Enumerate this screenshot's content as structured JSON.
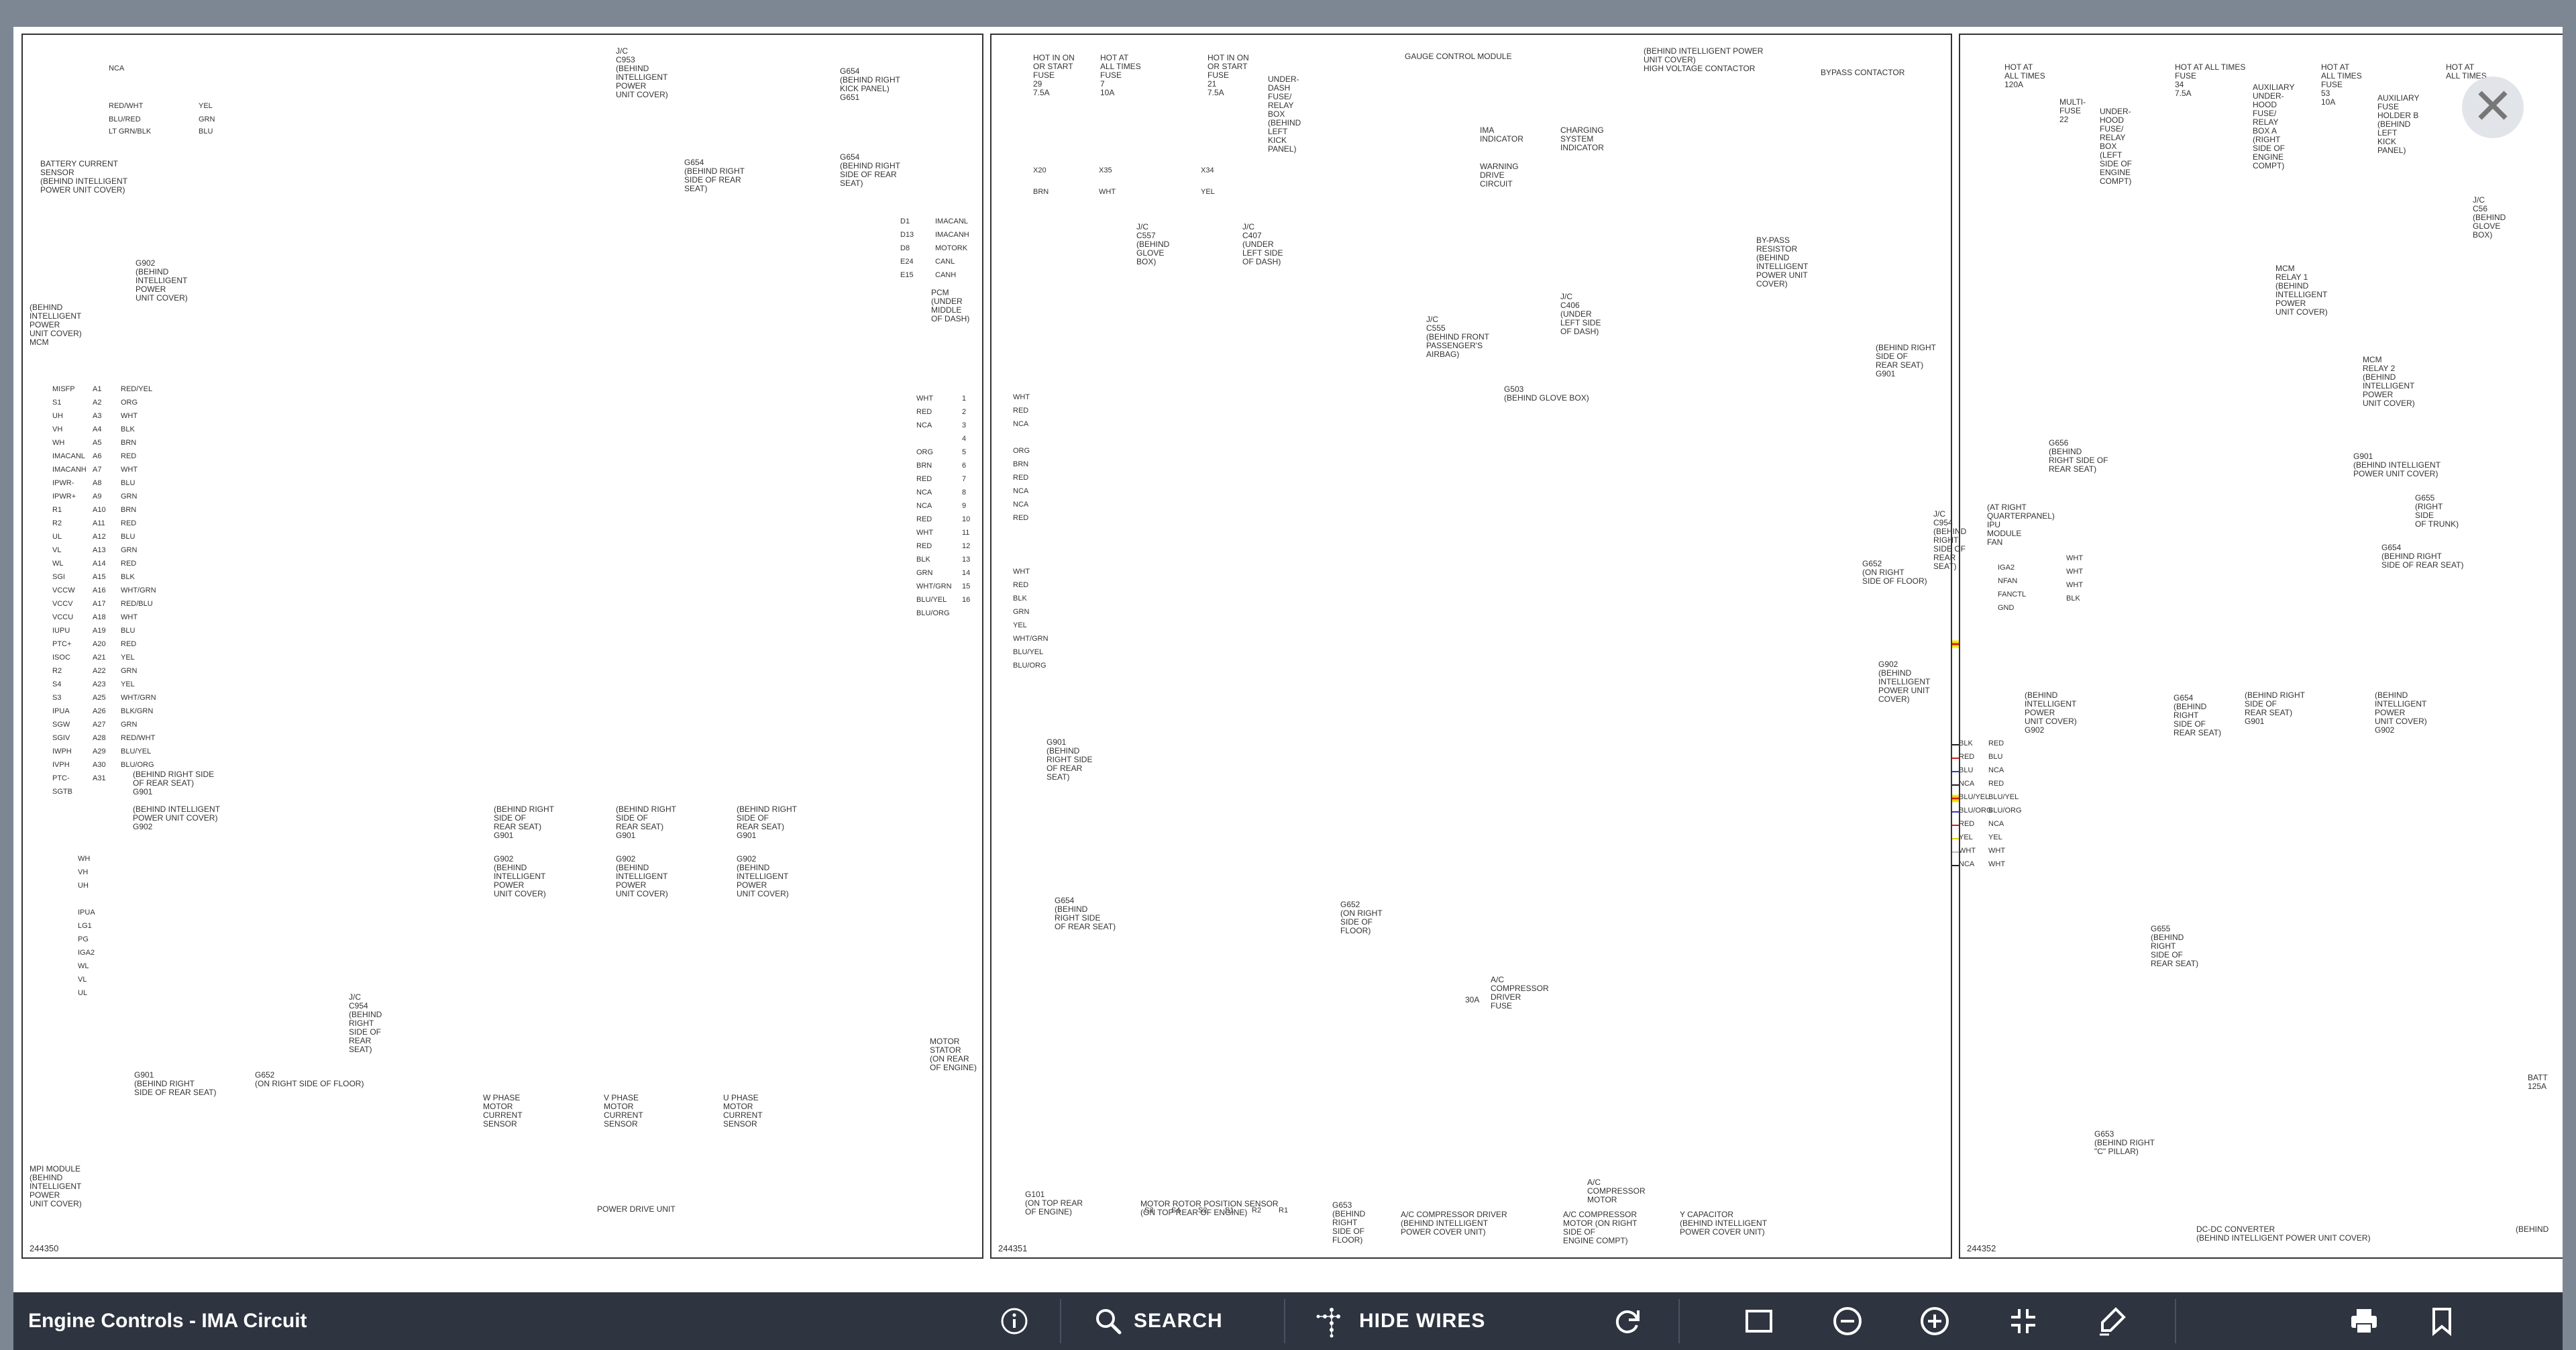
{
  "viewer": {
    "title": "Engine Controls - IMA Circuit",
    "search_label": "SEARCH",
    "hide_wires_label": "HIDE WIRES"
  },
  "icons": {
    "info": "info-icon",
    "search": "search-icon",
    "wires": "wires-icon",
    "refresh": "refresh-icon",
    "fit": "fit-page-icon",
    "zoom_out": "zoom-out-icon",
    "zoom_in": "zoom-in-icon",
    "fullscreen": "fullscreen-icon",
    "highlight": "highlight-icon",
    "print": "print-icon",
    "bookmark": "bookmark-icon",
    "close": "close-icon"
  },
  "colors": {
    "toolbar": "#2e3440",
    "highlight_yellow": "#f5e800",
    "highlight_orange": "#f0a030",
    "wire_red": "#d42020",
    "wire_green": "#2aa02a"
  },
  "diagram": {
    "page_ids": [
      "244350",
      "244351",
      "244352"
    ],
    "page1": {
      "battery_sensor": "BATTERY CURRENT\nSENSOR\n(BEHIND INTELLIGENT\nPOWER UNIT COVER)",
      "battery_wires": [
        "NCA",
        "RED/WHT",
        "BLU/RED",
        "LT GRN/BLK"
      ],
      "battery_wires_r": [
        "YEL",
        "GRN",
        "BLU"
      ],
      "jc_c953": "J/C\nC953\n(BEHIND\nINTELLIGENT\nPOWER\nUNIT COVER)",
      "g654_top": "G654\n(BEHIND RIGHT\nSIDE OF REAR\nSEAT)",
      "g654_kick": "G654\n(BEHIND RIGHT\nKICK PANEL)\nG651",
      "g902": "G902\n(BEHIND\nINTELLIGENT\nPOWER\nUNIT COVER)",
      "pcm": "PCM\n(UNDER\nMIDDLE\nOF DASH)",
      "pcm_pins": [
        "IMACANL",
        "IMACANH",
        "MOTORK",
        "CANL",
        "CANH"
      ],
      "pcm_pin_nums": [
        "D1",
        "D13",
        "D8",
        "E24",
        "E15"
      ],
      "mcm": "(BEHIND\nINTELLIGENT\nPOWER\nUNIT COVER)\nMCM",
      "mcm_pins": [
        "MISFP",
        "S1",
        "UH",
        "VH",
        "WH",
        "IMACANL",
        "IMACANH",
        "IPWR-",
        "IPWR+",
        "R1",
        "R2",
        "UL",
        "VL",
        "WL",
        "SGI",
        "VCCW",
        "VCCV",
        "VCCU",
        "IUPU",
        "PTC+",
        "ISOC",
        "R2",
        "S4",
        "S3",
        "IPUA",
        "SGW",
        "SGIV",
        "IWPH",
        "IVPH",
        "PTC-",
        "SGTB"
      ],
      "mcm_nums": [
        "A1",
        "A2",
        "A3",
        "A4",
        "A5",
        "A6",
        "A7",
        "A8",
        "A9",
        "A10",
        "A11",
        "A12",
        "A13",
        "A14",
        "A15",
        "A16",
        "A17",
        "A18",
        "A19",
        "A20",
        "A21",
        "A22",
        "A23",
        "A25",
        "A26",
        "A27",
        "A28",
        "A29",
        "A30",
        "A31"
      ],
      "mcm_wires": [
        "RED/YEL",
        "ORG",
        "WHT",
        "BLK",
        "BRN",
        "RED",
        "WHT",
        "BLU",
        "GRN",
        "BRN",
        "RED",
        "BLU",
        "GRN",
        "RED",
        "BLK",
        "WHT/GRN",
        "RED/BLU",
        "WHT",
        "BLU",
        "RED",
        "YEL",
        "GRN",
        "YEL",
        "WHT/GRN",
        "BLK/GRN",
        "GRN",
        "RED/WHT",
        "BLU/YEL",
        "BLU/ORG"
      ],
      "right_wires": [
        "WHT",
        "RED",
        "NCA",
        "",
        "ORG",
        "BRN",
        "RED",
        "NCA",
        "NCA",
        "RED",
        "WHT",
        "RED",
        "BLK",
        "GRN",
        "WHT/GRN",
        "BLU/YEL",
        "BLU/ORG"
      ],
      "right_nums": [
        "1",
        "2",
        "3",
        "4",
        "5",
        "6",
        "7",
        "8",
        "9",
        "10",
        "11",
        "12",
        "13",
        "14",
        "15",
        "16"
      ],
      "mpi": "MPI MODULE\n(BEHIND\nINTELLIGENT\nPOWER\nUNIT COVER)",
      "mpi_pins": [
        "WH",
        "VH",
        "UH",
        "",
        "IPUA",
        "LG1",
        "PG",
        "IGA2",
        "WL",
        "VL",
        "UL"
      ],
      "g901": "(BEHIND RIGHT SIDE\nOF REAR SEAT)\nG901",
      "g902b": "(BEHIND INTELLIGENT\nPOWER UNIT COVER)\nG902",
      "g652": "G652\n(ON RIGHT SIDE OF FLOOR)",
      "g901b": "G901\n(BEHIND RIGHT\nSIDE OF REAR SEAT)",
      "jc_c954": "J/C\nC954\n(BEHIND\nRIGHT\nSIDE OF\nREAR\nSEAT)",
      "w_sensor": "W PHASE\nMOTOR\nCURRENT\nSENSOR",
      "v_sensor": "V PHASE\nMOTOR\nCURRENT\nSENSOR",
      "u_sensor": "U PHASE\nMOTOR\nCURRENT\nSENSOR",
      "pdu": "POWER DRIVE UNIT",
      "stator": "MOTOR\nSTATOR\n(ON REAR\nOF ENGINE)",
      "gnd_g901": "(BEHIND RIGHT\nSIDE OF\nREAR SEAT)\nG901",
      "gnd_g902": "G902\n(BEHIND\nINTELLIGENT\nPOWER\nUNIT COVER)"
    },
    "page2": {
      "fuse29": "HOT IN ON\nOR START\nFUSE\n29\n7.5A",
      "fuse7": "HOT AT\nALL TIMES\nFUSE\n7\n10A",
      "fuse21": "HOT IN ON\nOR START\nFUSE\n21\n7.5A",
      "underdash": "UNDER-\nDASH\nFUSE/\nRELAY\nBOX\n(BEHIND\nLEFT\nKICK\nPANEL)",
      "fuse_pins": [
        "X20",
        "X35",
        "X34"
      ],
      "fuse_wires": [
        "BRN",
        "WHT",
        "YEL"
      ],
      "jc_c557": "J/C\nC557\n(BEHIND\nGLOVE\nBOX)",
      "jc_c407": "J/C\nC407\n(UNDER\nLEFT SIDE\nOF DASH)",
      "gauge": "GAUGE CONTROL MODULE",
      "ima_ind": "IMA\nINDICATOR",
      "charging_ind": "CHARGING\nSYSTEM\nINDICATOR",
      "warning": "WARNING\nDRIVE\nCIRCUIT",
      "jc_c555": "J/C\nC555\n(BEHIND FRONT\nPASSENGER'S\nAIRBAG)",
      "jc_c406": "J/C\nC406\n(UNDER\nLEFT SIDE\nOF DASH)",
      "g503": "G503\n(BEHIND GLOVE BOX)",
      "hv_contactor": "(BEHIND INTELLIGENT POWER\nUNIT COVER)\nHIGH VOLTAGE CONTACTOR",
      "bypass_contactor": "BYPASS CONTACTOR",
      "bypass_resistor": "BY-PASS\nRESISTOR\n(BEHIND\nINTELLIGENT\nPOWER UNIT\nCOVER)",
      "g901c": "(BEHIND RIGHT\nSIDE OF\nREAR SEAT)\nG901",
      "jc_c954b": "J/C\nC954\n(BEHIND\nRIGHT\nSIDE OF\nREAR\nSEAT)",
      "g652b": "G652\n(ON RIGHT\nSIDE OF FLOOR)",
      "g902c": "G902\n(BEHIND\nINTELLIGENT\nPOWER UNIT\nCOVER)",
      "left_wires": [
        "WHT",
        "RED",
        "NCA",
        "",
        "ORG",
        "BRN",
        "RED",
        "NCA",
        "NCA",
        "RED",
        "WHT",
        "RED",
        "BLK",
        "GRN",
        "YEL",
        "WHT/GRN",
        "BLU/YEL",
        "BLU/ORG"
      ],
      "right_wires": [
        "BLK",
        "RED",
        "BLU",
        "NCA",
        "BLU/YEL",
        "BLU/ORG",
        "RED",
        "YEL",
        "WHT",
        "NCA"
      ],
      "g901d": "G901\n(BEHIND\nRIGHT SIDE\nOF REAR\nSEAT)",
      "g654b": "G654\n(BEHIND\nRIGHT SIDE\nOF REAR SEAT)",
      "g652c": "G652\n(ON RIGHT\nSIDE OF\nFLOOR)",
      "g101": "G101\n(ON TOP REAR\nOF ENGINE)",
      "rotor_sensor": "MOTOR ROTOR POSITION SENSOR\n(ON TOP REAR OF ENGINE)",
      "rotor_pins": [
        "S3",
        "S4",
        "S2",
        "S1",
        "R2",
        "R1"
      ],
      "ac_fuse": "A/C\nCOMPRESSOR\nDRIVER\nFUSE",
      "ac_fuse_val": "30A",
      "ac_driver": "A/C COMPRESSOR DRIVER\n(BEHIND INTELLIGENT\nPOWER COVER UNIT)",
      "ac_motor": "A/C\nCOMPRESSOR\nMOTOR",
      "ac_motor_loc": "A/C COMPRESSOR\nMOTOR (ON RIGHT\nSIDE OF\nENGINE COMPT)",
      "y_cap": "Y CAPACITOR\n(BEHIND INTELLIGENT\nPOWER COVER UNIT)",
      "g653": "G653\n(BEHIND\nRIGHT\nSIDE OF\nFLOOR)"
    },
    "page3": {
      "fuse_120a": "HOT AT\nALL TIMES\n120A",
      "multi_fuse": "MULTI-\nFUSE\n22",
      "underhood": "UNDER-\nHOOD\nFUSE/\nRELAY\nBOX\n(LEFT\nSIDE OF\nENGINE\nCOMPT)",
      "fuse34": "HOT AT ALL TIMES\nFUSE\n34\n7.5A",
      "aux_underhood": "AUXILIARY\nUNDER-\nHOOD\nFUSE/\nRELAY\nBOX A\n(RIGHT\nSIDE OF\nENGINE\nCOMPT)",
      "fuse53": "HOT AT\nALL TIMES\nFUSE\n53\n10A",
      "fuse_holder": "AUXILIARY\nFUSE\nHOLDER B\n(BEHIND\nLEFT\nKICK\nPANEL)",
      "hot_all_times": "HOT AT\nALL TIMES",
      "mcm_relay1": "MCM\nRELAY 1\n(BEHIND\nINTELLIGENT\nPOWER\nUNIT COVER)",
      "mcm_relay2": "MCM\nRELAY 2\n(BEHIND\nINTELLIGENT\nPOWER\nUNIT COVER)",
      "jc_c56": "J/C\nC56\n(BEHIND\nGLOVE\nBOX)",
      "g656": "G656\n(BEHIND\nRIGHT SIDE OF\nREAR SEAT)",
      "g901e": "G901\n(BEHIND INTELLIGENT\nPOWER UNIT COVER)",
      "g655": "G655\n(RIGHT\nSIDE\nOF TRUNK)",
      "g654c": "G654\n(BEHIND RIGHT\nSIDE OF REAR SEAT)",
      "ipu_fan": "(AT RIGHT\nQUARTERPANEL)\nIPU\nMODULE\nFAN",
      "ipu_pins": [
        "IGA2",
        "NFAN",
        "FANCTL",
        "GND"
      ],
      "ipu_wires": [
        "WHT",
        "WHT",
        "WHT",
        "BLK"
      ],
      "g902d": "(BEHIND\nINTELLIGENT\nPOWER\nUNIT COVER)\nG902",
      "g654d": "G654\n(BEHIND\nRIGHT\nSIDE OF\nREAR SEAT)",
      "g901f": "(BEHIND RIGHT\nSIDE OF\nREAR SEAT)\nG901",
      "g902e": "(BEHIND\nINTELLIGENT\nPOWER\nUNIT COVER)\nG902",
      "left_wires": [
        "RED",
        "BLU",
        "NCA",
        "RED",
        "BLU/YEL",
        "BLU/ORG",
        "NCA",
        "YEL",
        "WHT",
        "WHT"
      ],
      "g655b": "G655\n(BEHIND\nRIGHT\nSIDE OF\nREAR SEAT)",
      "g653b": "G653\n(BEHIND RIGHT\n\"C\" PILLAR)",
      "dcdc": "DC-DC CONVERTER\n(BEHIND INTELLIGENT POWER UNIT COVER)",
      "batt_label": "BATT\n125A",
      "behind_label": "(BEHIND\n"
    }
  }
}
